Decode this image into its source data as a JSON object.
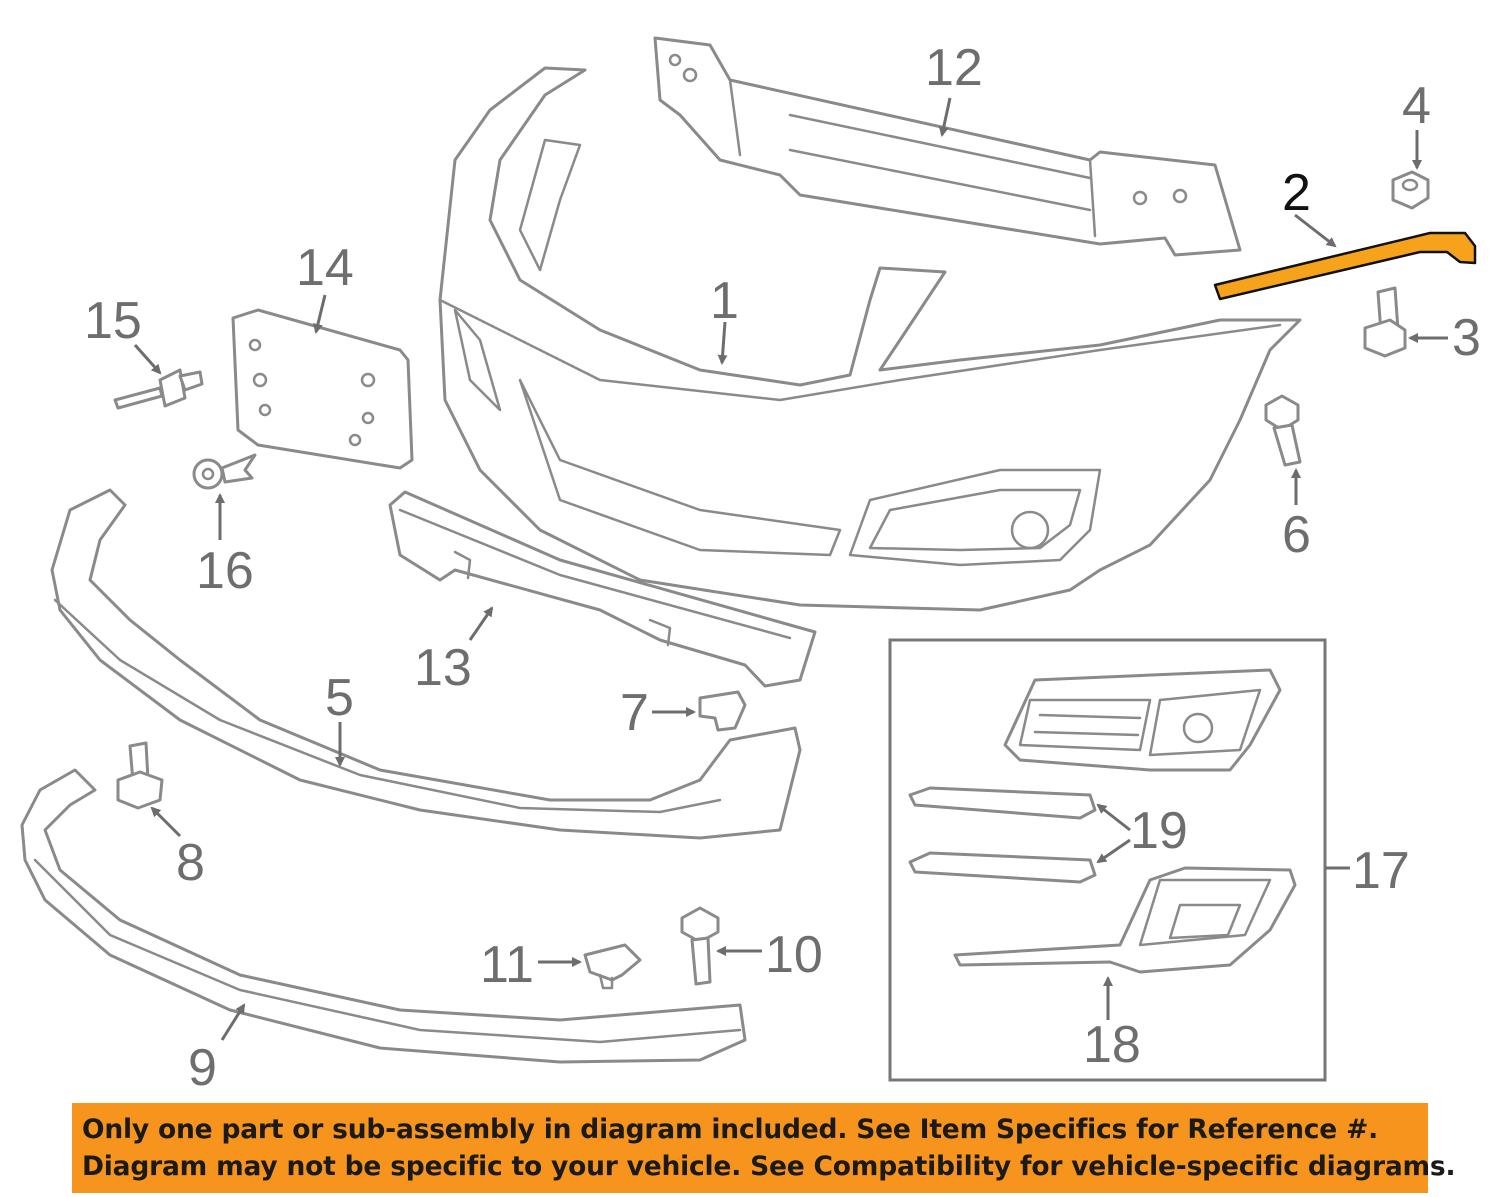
{
  "diagram": {
    "callouts": {
      "c1": "1",
      "c2": "2",
      "c3": "3",
      "c4": "4",
      "c5": "5",
      "c6": "6",
      "c7": "7",
      "c8": "8",
      "c9": "9",
      "c10": "10",
      "c11": "11",
      "c12": "12",
      "c13": "13",
      "c14": "14",
      "c15": "15",
      "c16": "16",
      "c17": "17",
      "c18": "18",
      "c19": "19"
    },
    "highlighted_part": "2",
    "highlight_color": "#f7a21b"
  },
  "banner": {
    "line1": "Only one part or sub-assembly in diagram included. See Item Specifics for Reference #.",
    "line2": "Diagram may not be specific to your vehicle. See Compatibility for vehicle-specific diagrams.",
    "background": "#f7941d"
  }
}
